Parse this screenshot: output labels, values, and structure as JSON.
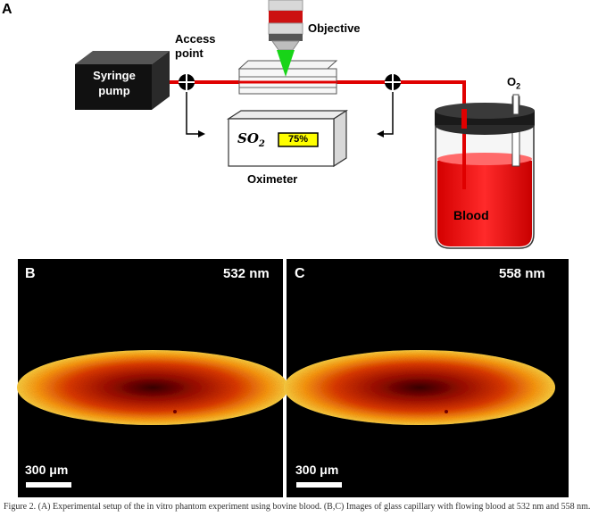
{
  "figure_A": {
    "panel_label": "A",
    "syringe_pump_line1": "Syringe",
    "syringe_pump_line2": "pump",
    "access_point_line1": "Access",
    "access_point_line2": "point",
    "objective": "Objective",
    "oximeter": "Oximeter",
    "oximeter_symbol": "SO",
    "oximeter_symbol_sub": "2",
    "oximeter_reading": "75%",
    "oxygen": "O",
    "oxygen_sub": "2",
    "blood": "Blood"
  },
  "figure_B": {
    "panel_label": "B",
    "wavelength": "532 nm",
    "scale_bar": "300 μm"
  },
  "figure_C": {
    "panel_label": "C",
    "wavelength": "558 nm",
    "scale_bar": "300 μm"
  },
  "caption": "Figure 2. (A) Experimental setup of the in vitro phantom experiment using bovine blood. (B,C) Images of glass capillary with flowing blood at 532 nm and 558 nm."
}
